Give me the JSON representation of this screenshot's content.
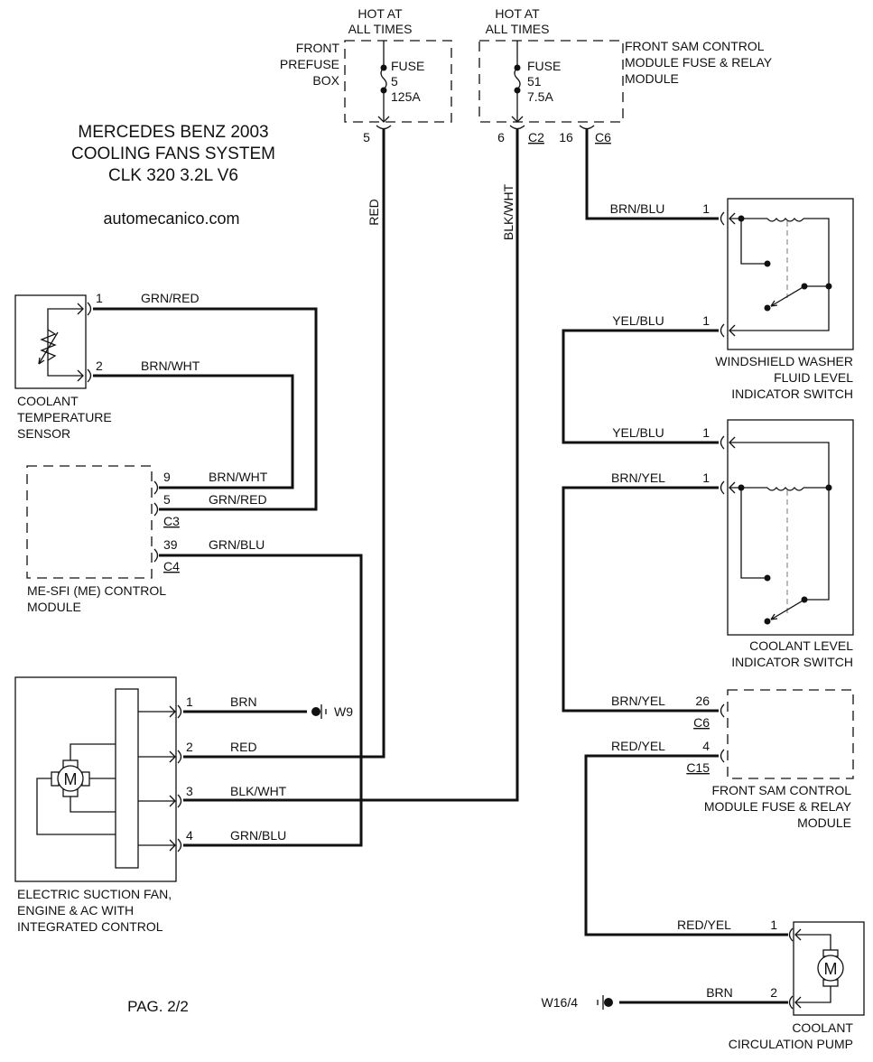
{
  "title": {
    "line1": "MERCEDES BENZ 2003",
    "line2": "COOLING FANS SYSTEM",
    "line3": "CLK 320 3.2L V6"
  },
  "website": "automecanico.com",
  "page_label": "PAG. 2/2",
  "power_sources": {
    "prefuse": {
      "hot_line1": "HOT AT",
      "hot_line2": "ALL TIMES",
      "name_lines": [
        "FRONT",
        "PREFUSE",
        "BOX"
      ],
      "fuse_label": "FUSE",
      "fuse_number": "5",
      "fuse_rating": "125A",
      "pin": "5"
    },
    "sam_top": {
      "hot_line1": "HOT AT",
      "hot_line2": "ALL TIMES",
      "name_lines": [
        "FRONT SAM CONTROL",
        "MODULE FUSE & RELAY",
        "MODULE"
      ],
      "fuse_label": "FUSE",
      "fuse_number": "51",
      "fuse_rating": "7.5A",
      "pin_a": "6",
      "connector_a": "C2",
      "pin_b": "16",
      "connector_b": "C6"
    }
  },
  "wires": {
    "red_vertical": "RED",
    "blkwht_vertical": "BLK/WHT",
    "brn_blu": "BRN/BLU",
    "yel_blu_1": "YEL/BLU",
    "yel_blu_2": "YEL/BLU",
    "brn_yel_1": "BRN/YEL",
    "brn_yel_2": "BRN/YEL",
    "red_yel_1": "RED/YEL",
    "red_yel_2": "RED/YEL",
    "brn_pump": "BRN"
  },
  "coolant_temp_sensor": {
    "name_lines": [
      "COOLANT",
      "TEMPERATURE",
      "SENSOR"
    ],
    "pins": [
      {
        "pin": "1",
        "wire": "GRN/RED"
      },
      {
        "pin": "2",
        "wire": "BRN/WHT"
      }
    ]
  },
  "me_sfi_module": {
    "name_lines": [
      "ME-SFI (ME) CONTROL",
      "MODULE"
    ],
    "pins": [
      {
        "pin": "9",
        "wire": "BRN/WHT"
      },
      {
        "pin": "5",
        "wire": "GRN/RED"
      },
      {
        "pin": "39",
        "wire": "GRN/BLU"
      }
    ],
    "connectors": [
      "C3",
      "C4"
    ]
  },
  "suction_fan": {
    "name_lines": [
      "ELECTRIC SUCTION FAN,",
      "ENGINE & AC WITH",
      "INTEGRATED CONTROL"
    ],
    "motor_label": "M",
    "pins": [
      {
        "pin": "1",
        "wire": "BRN"
      },
      {
        "pin": "2",
        "wire": "RED"
      },
      {
        "pin": "3",
        "wire": "BLK/WHT"
      },
      {
        "pin": "4",
        "wire": "GRN/BLU"
      }
    ],
    "ground": "W9"
  },
  "washer_switch": {
    "name_lines": [
      "WINDSHIELD WASHER",
      "FLUID LEVEL",
      "INDICATOR SWITCH"
    ],
    "pin_top": "1",
    "pin_bottom": "1"
  },
  "coolant_level_switch": {
    "name_lines": [
      "COOLANT LEVEL",
      "INDICATOR SWITCH"
    ],
    "pin_top": "1",
    "pin_bottom": "1"
  },
  "sam_bottom": {
    "name_lines": [
      "FRONT SAM CONTROL",
      "MODULE FUSE & RELAY",
      "MODULE"
    ],
    "pin_a": "26",
    "connector_a": "C6",
    "pin_b": "4",
    "connector_b": "C15"
  },
  "circulation_pump": {
    "name_lines": [
      "COOLANT",
      "CIRCULATION PUMP"
    ],
    "motor_label": "M",
    "pins": [
      {
        "pin": "1",
        "wire": "RED/YEL"
      },
      {
        "pin": "2",
        "wire": "BRN"
      }
    ],
    "ground": "W16/4"
  }
}
